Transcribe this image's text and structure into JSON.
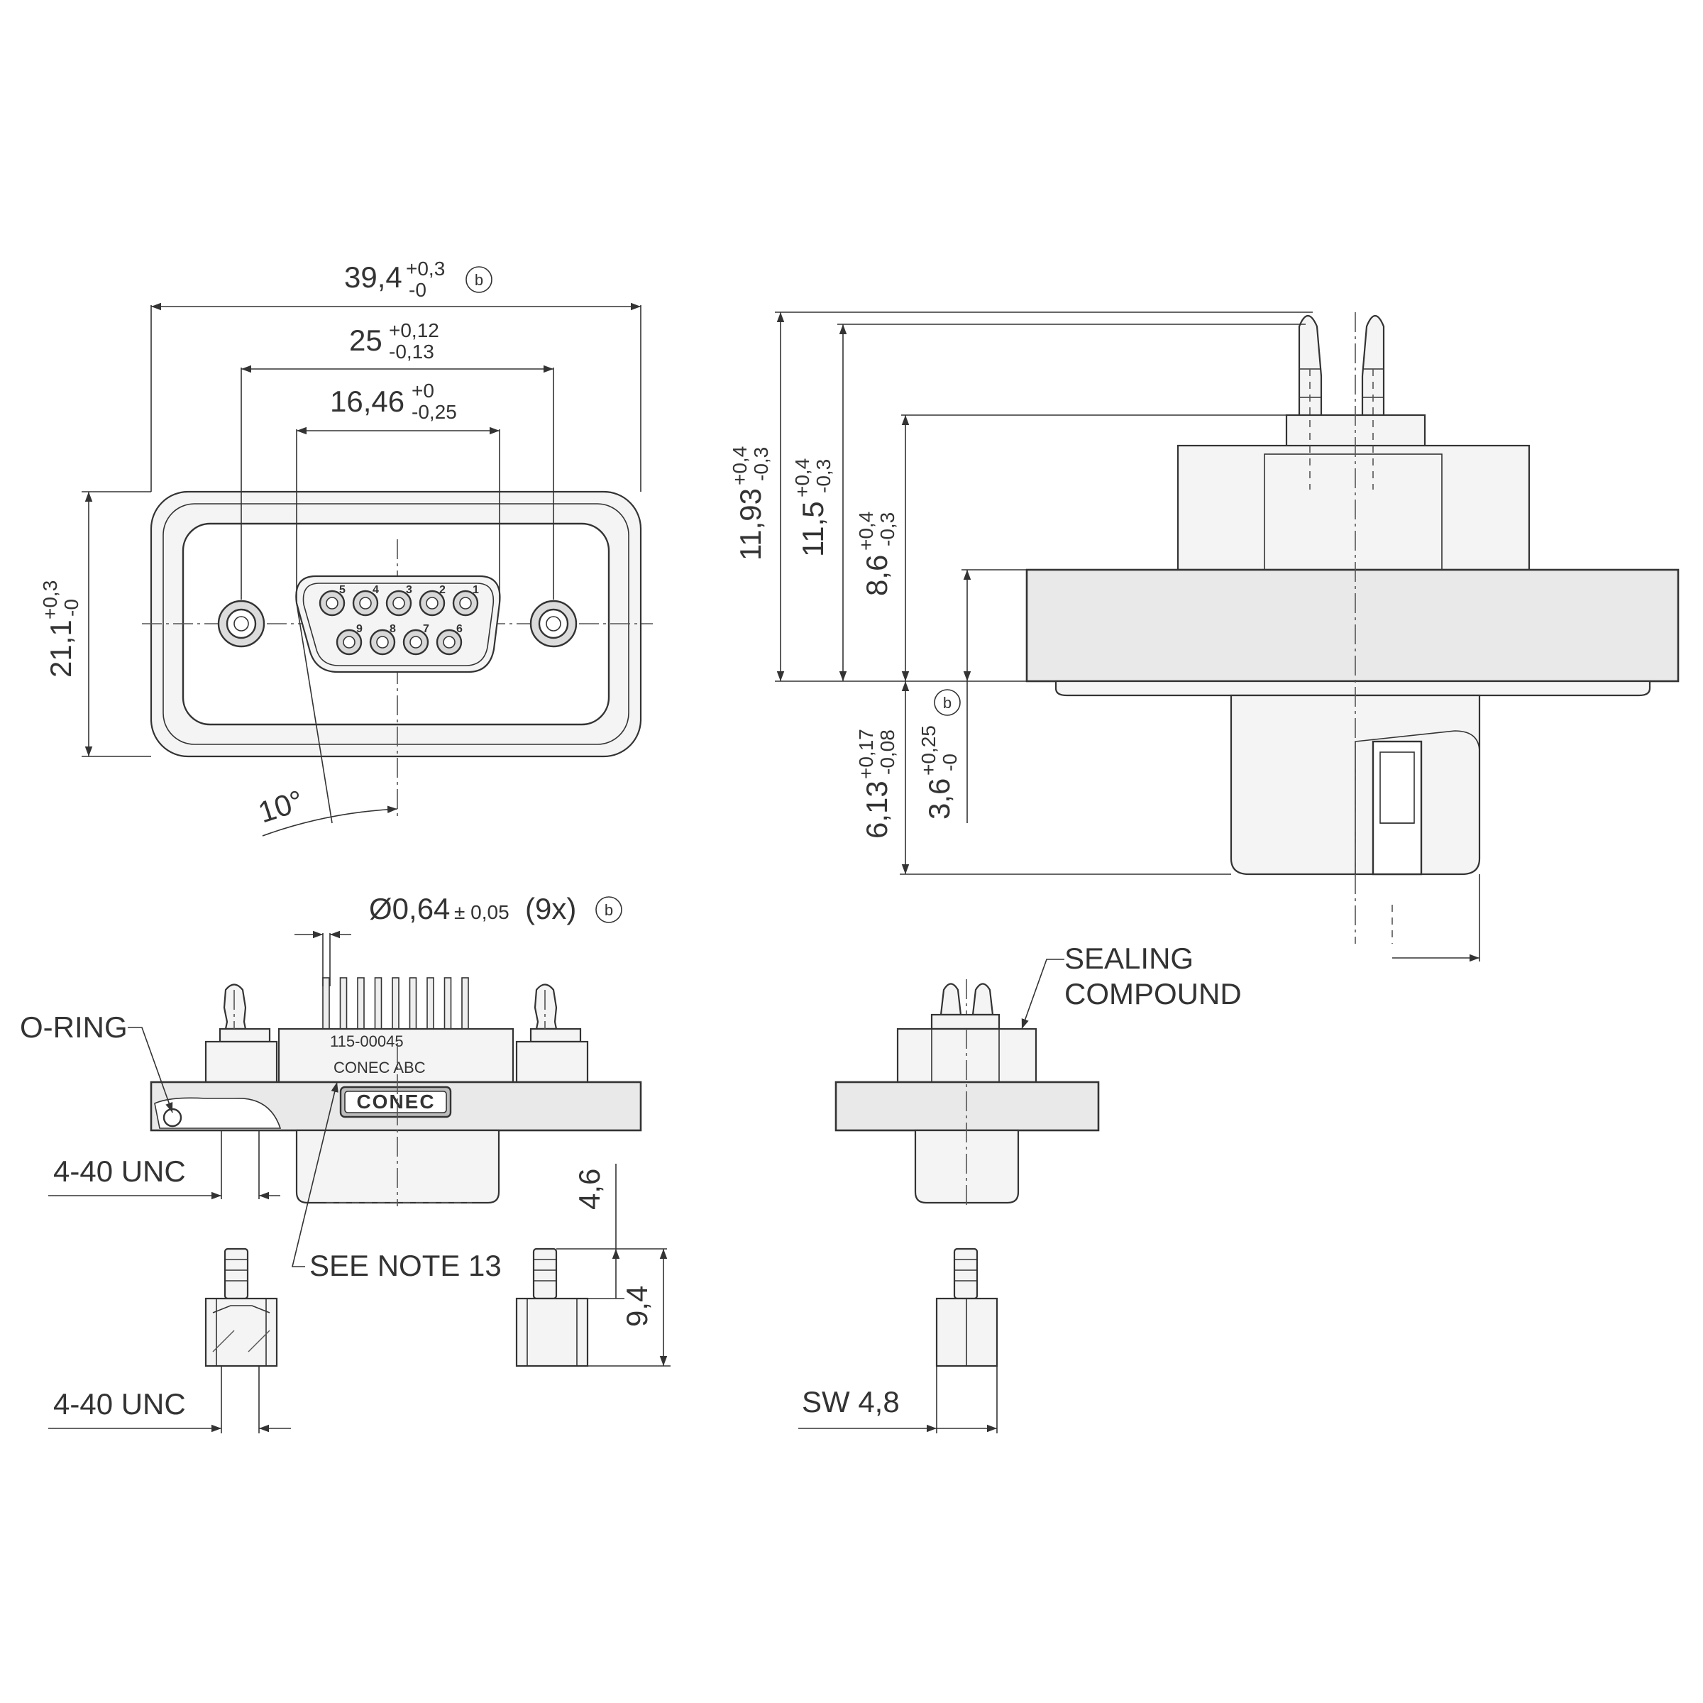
{
  "front_view": {
    "width_value": "39,4",
    "width_tol_upper": "+0,3",
    "width_tol_lower": "-0",
    "width_ref": "b",
    "mount_spacing_value": "25",
    "mount_spacing_tol_upper": "+0,12",
    "mount_spacing_tol_lower": "-0,13",
    "shell_width_value": "16,46",
    "shell_width_tol_upper": "+0",
    "shell_width_tol_lower": "-0,25",
    "height_value": "21,1",
    "height_tol_upper": "+0,3",
    "height_tol_lower": "-0",
    "angle_label": "10°",
    "pins_row_top": [
      "5",
      "4",
      "3",
      "2",
      "1"
    ],
    "pins_row_bottom": [
      "9",
      "8",
      "7",
      "6"
    ]
  },
  "side_view": {
    "h1_value": "11,93",
    "h1_tol_upper": "+0,4",
    "h1_tol_lower": "-0,3",
    "h2_value": "11,5",
    "h2_tol_upper": "+0,4",
    "h2_tol_lower": "-0,3",
    "h3_value": "8,6",
    "h3_tol_upper": "+0,4",
    "h3_tol_lower": "-0,3",
    "h3_ref": "b",
    "depth_value": "6,13",
    "depth_tol_upper": "+0,17",
    "depth_tol_lower": "-0,08",
    "flange_value": "3,6",
    "flange_tol_upper": "+0,25",
    "flange_tol_lower": "-0"
  },
  "bottom_view": {
    "pin_diameter_value": "Ø0,64",
    "pin_diameter_tol": "± 0,05",
    "pin_count": "(9x)",
    "pin_diameter_ref": "b",
    "o_ring_label": "O-RING",
    "thread_label_1": "4-40 UNC",
    "thread_label_2": "4-40 UNC",
    "see_note_label": "SEE NOTE 13",
    "marking_line_1": "115-00045",
    "marking_line_2": "CONEC ABC",
    "logo_text": "CONEC",
    "dim_4_6": "4,6",
    "dim_9_4": "9,4"
  },
  "end_view": {
    "sealing_label_1": "SEALING",
    "sealing_label_2": "COMPOUND",
    "wrench_label": "SW 4,8"
  }
}
